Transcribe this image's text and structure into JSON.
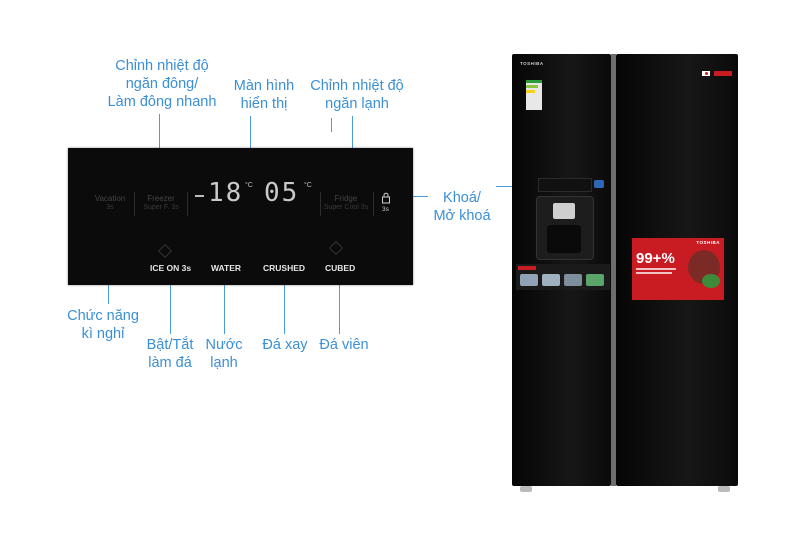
{
  "callouts": {
    "freezer_adjust": [
      "Chỉnh nhiệt độ",
      "ngăn đông/",
      "Làm đông nhanh"
    ],
    "display": [
      "Màn hình",
      "hiển thị"
    ],
    "fridge_adjust": [
      "Chỉnh nhiệt độ",
      "ngăn lạnh"
    ],
    "lock": [
      "Khoá/",
      "Mở khoá"
    ],
    "vacation": [
      "Chức năng",
      "kì nghỉ"
    ],
    "ice_toggle": [
      "Bật/Tắt",
      "làm đá"
    ],
    "cold_water": [
      "Nước",
      "lạnh"
    ],
    "crushed_ice": [
      "Đá xay"
    ],
    "cubed_ice": [
      "Đá viên"
    ]
  },
  "panel": {
    "vacation": {
      "title": "Vacation",
      "sub": "3s"
    },
    "freezer": {
      "title": "Freezer",
      "sub": "Super F. 3s"
    },
    "temp_freezer": "18",
    "temp_fridge": "05",
    "deg": "°C",
    "fridge": {
      "title": "Fridge",
      "sub": "Super Cool 3s"
    },
    "lock_hold": "3s",
    "buttons": [
      "ICE ON 3s",
      "WATER",
      "CRUSHED",
      "CUBED"
    ]
  },
  "fridge": {
    "brand": "TOSHIBA",
    "promo": {
      "brand": "TOSHIBA",
      "big": "99+%"
    }
  },
  "colors": {
    "callout": "#3b8fd6",
    "panel": "#0b0b0b",
    "promo_red": "#c81b22"
  }
}
